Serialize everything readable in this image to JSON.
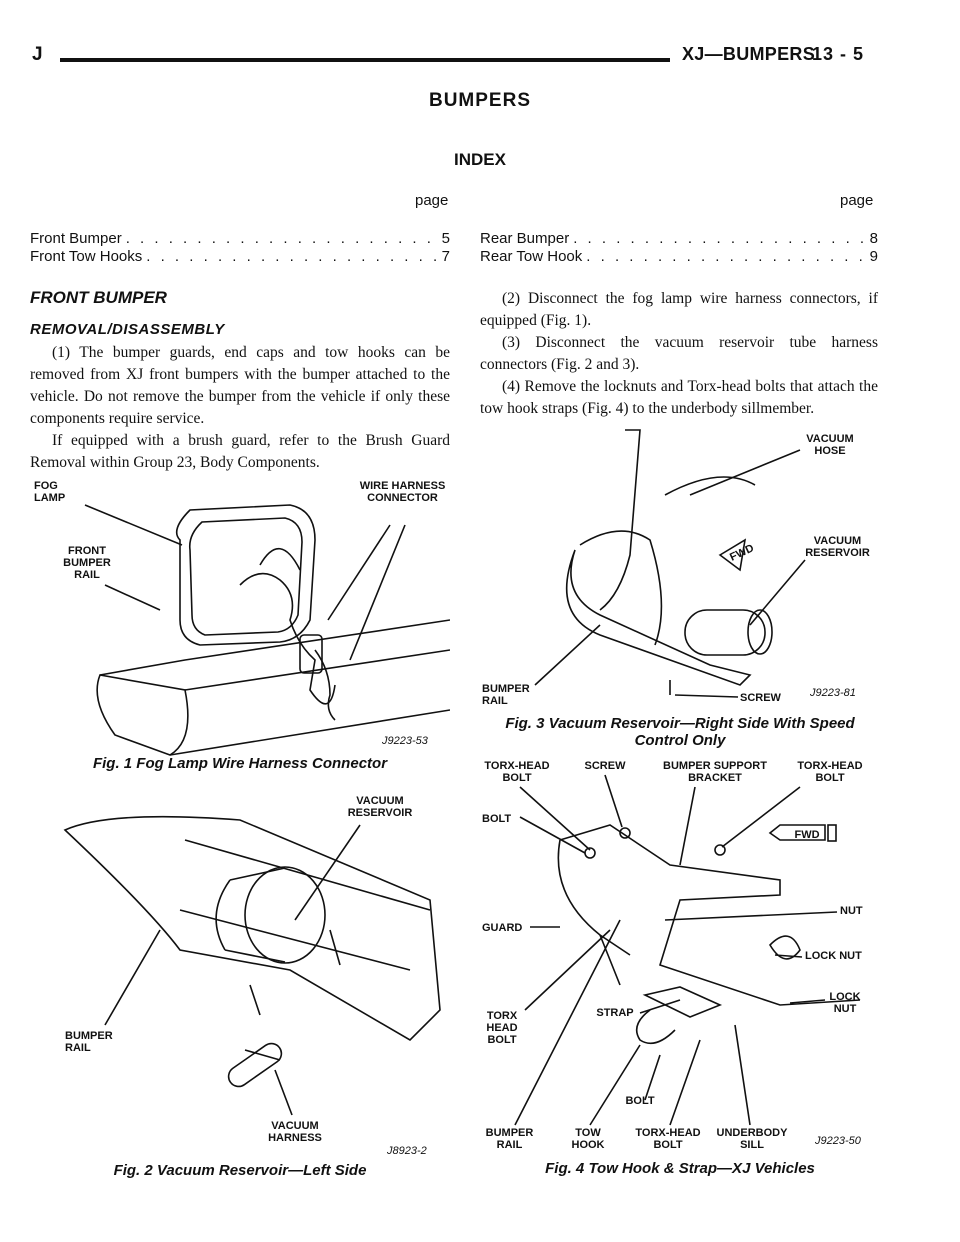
{
  "header": {
    "letter": "J",
    "section": "XJ—BUMPERS",
    "page": "13 - 5"
  },
  "title": "BUMPERS",
  "index": {
    "title": "INDEX",
    "page_label": "page",
    "left": [
      {
        "label": "Front Bumper",
        "page": "5"
      },
      {
        "label": "Front Tow Hooks",
        "page": "7"
      }
    ],
    "right": [
      {
        "label": "Rear Bumper",
        "page": "8"
      },
      {
        "label": "Rear Tow Hook",
        "page": "9"
      }
    ]
  },
  "front_bumper": {
    "heading": "FRONT BUMPER",
    "subheading": "REMOVAL/DISASSEMBLY",
    "step1": "(1) The bumper guards, end caps and tow hooks can be removed from XJ front bumpers with the bumper attached to the vehicle. Do not remove the bumper from the vehicle if only these components require service.",
    "brush": "If equipped with a brush guard, refer to the Brush Guard Removal within Group 23, Body Components.",
    "step2": "(2) Disconnect the fog lamp wire harness connectors, if equipped (Fig. 1).",
    "step3": "(3) Disconnect the vacuum reservoir tube harness connectors (Fig. 2 and 3).",
    "step4": "(4) Remove the locknuts and Torx-head bolts that attach the tow hook straps (Fig. 4) to the underbody sillmember."
  },
  "figures": {
    "fig1": {
      "caption": "Fig. 1 Fog Lamp Wire Harness Connector",
      "code": "J9223-53",
      "callouts": {
        "fog_lamp": "FOG LAMP",
        "wire_harness": "WIRE HARNESS CONNECTOR",
        "front_bumper_rail": "FRONT BUMPER RAIL"
      }
    },
    "fig2": {
      "caption": "Fig. 2 Vacuum Reservoir—Left Side",
      "code": "J8923-2",
      "callouts": {
        "vacuum_reservoir": "VACUUM RESERVOIR",
        "bumper_rail": "BUMPER RAIL",
        "vacuum_harness": "VACUUM HARNESS"
      }
    },
    "fig3": {
      "caption": "Fig. 3 Vacuum Reservoir—Right Side With Speed Control Only",
      "code": "J9223-81",
      "callouts": {
        "vacuum_hose": "VACUUM HOSE",
        "vacuum_reservoir": "VACUUM RESERVOIR",
        "bumper_rail": "BUMPER RAIL",
        "screw": "SCREW",
        "fwd": "FWD"
      }
    },
    "fig4": {
      "caption": "Fig. 4 Tow Hook & Strap—XJ Vehicles",
      "code": "J9223-50",
      "callouts": {
        "torx_head_bolt_left": "TORX-HEAD BOLT",
        "screw": "SCREW",
        "support_bracket": "BUMPER SUPPORT BRACKET",
        "torx_head_bolt_right": "TORX-HEAD BOLT",
        "bolt_left": "BOLT",
        "fwd": "FWD",
        "nut": "NUT",
        "guard": "GUARD",
        "lock_nut": "LOCK NUT",
        "lock_nut_2": "LOCK NUT",
        "torx_head_bolt_low": "TORX HEAD BOLT",
        "strap": "STRAP",
        "bolt_bottom": "BOLT",
        "bumper_rail": "BUMPER RAIL",
        "tow_hook": "TOW HOOK",
        "torx_head_bolt_bottom": "TORX-HEAD BOLT",
        "underbody_sill": "UNDERBODY SILL"
      }
    }
  }
}
